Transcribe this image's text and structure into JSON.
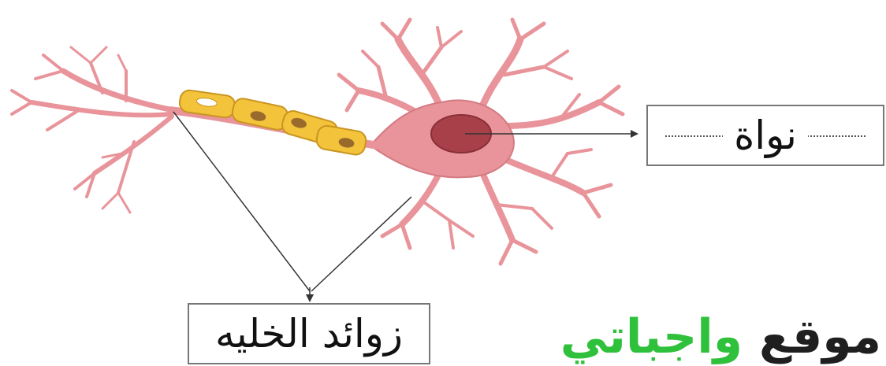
{
  "diagram": {
    "labels": {
      "nucleus": "نواة",
      "cell_extensions": "زوائد الخليه"
    }
  },
  "watermark": {
    "part1": "موقع",
    "part2": "واجباتي"
  },
  "colors": {
    "cell_body": "#e8949a",
    "cell_outline": "#c9646d",
    "nucleus": "#a8404a",
    "myelin": "#f3c33b",
    "myelin_outline": "#c99520",
    "arrow": "#333333",
    "watermark_accent": "#2fc13b"
  }
}
